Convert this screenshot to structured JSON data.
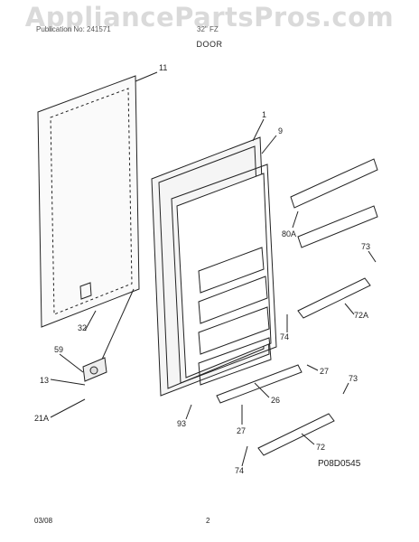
{
  "watermark": "AppliancePartsPros.com",
  "header": {
    "left": "Publication No: 241571",
    "mid": "32\" FZ",
    "subtitle": "DOOR"
  },
  "diagram_code": "P08D0545",
  "footer": {
    "date": "03/08",
    "page": "2"
  },
  "callouts": {
    "c1": "1",
    "c9": "9",
    "c11": "11",
    "c80a": "80A",
    "c73a": "73",
    "c72a": "72A",
    "c74a": "74",
    "c32": "32",
    "c59": "59",
    "c13": "13",
    "c21a": "21A",
    "c27a": "27",
    "c26": "26",
    "c93": "93",
    "c27b": "27",
    "c73b": "73",
    "c72": "72",
    "c74b": "74"
  }
}
